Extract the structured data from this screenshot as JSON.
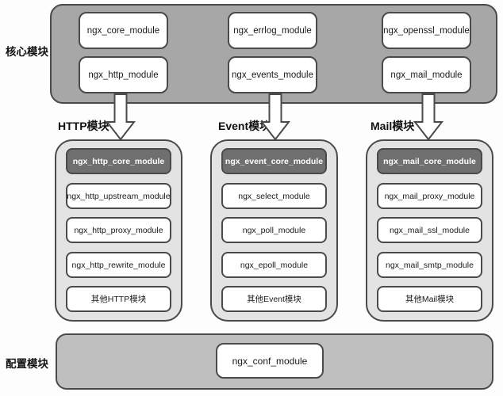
{
  "colors": {
    "page_bg": "#fdfdfd",
    "core_bar_bg": "#a7a7a7",
    "group_bg": "#e3e3e3",
    "header_box_bg": "#6f6f6f",
    "module_box_bg": "#ffffff",
    "config_bar_bg": "#bfbfbf",
    "border": "#4a4a4a",
    "text_dark": "#1a1a1a",
    "text_light": "#ffffff"
  },
  "core_section": {
    "label": "核心模块",
    "columns": [
      [
        "ngx_core_module",
        "ngx_http_module"
      ],
      [
        "ngx_errlog_module",
        "ngx_events_module"
      ],
      [
        "ngx_openssl_module",
        "ngx_mail_module"
      ]
    ]
  },
  "module_groups": [
    {
      "label": "HTTP模块",
      "header": "ngx_http_core_module",
      "items": [
        "ngx_http_upstream_module",
        "ngx_http_proxy_module",
        "ngx_http_rewrite_module",
        "其他HTTP模块"
      ]
    },
    {
      "label": "Event模块",
      "header": "ngx_event_core_module",
      "items": [
        "ngx_select_module",
        "ngx_poll_module",
        "ngx_epoll_module",
        "其他Event模块"
      ]
    },
    {
      "label": "Mail模块",
      "header": "ngx_mail_core_module",
      "items": [
        "ngx_mail_proxy_module",
        "ngx_mail_ssl_module",
        "ngx_mail_smtp_module",
        "其他Mail模块"
      ]
    }
  ],
  "config_section": {
    "label": "配置模块",
    "module": "ngx_conf_module"
  }
}
